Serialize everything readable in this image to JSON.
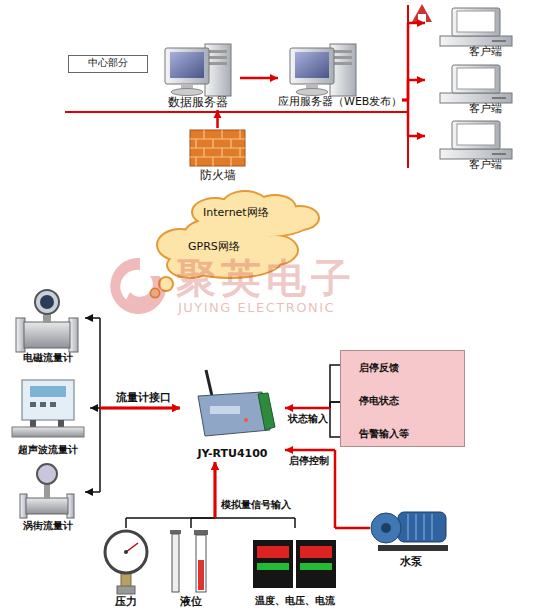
{
  "diagram": {
    "nodes": [
      {
        "text": [
          "中心部分"
        ]
      },
      {
        "text": [
          "数据服务器"
        ]
      },
      {
        "text": [
          "应用服务器（WEB发布）"
        ]
      },
      {
        "text": [
          "客户端"
        ]
      },
      {
        "text": [
          "客户端"
        ]
      },
      {
        "text": [
          "客户端"
        ]
      },
      {
        "text": [
          "防火墙"
        ]
      },
      {
        "text": [
          "Internet网络",
          "GPRS网络"
        ]
      },
      {
        "text": [
          "电磁流量计"
        ]
      },
      {
        "text": [
          "超声波流量计"
        ]
      },
      {
        "text": [
          "涡街流量计"
        ]
      },
      {
        "text": [
          "JY-RTU4100"
        ]
      },
      {
        "text": [
          "启停反馈",
          "停电状态",
          "告警输入等"
        ]
      },
      {
        "text": [
          "压力"
        ]
      },
      {
        "text": [
          "液位"
        ]
      },
      {
        "text": [
          "温度、电压、电流"
        ]
      },
      {
        "text": [
          "水泵"
        ]
      }
    ],
    "edges": [
      {
        "from": 1,
        "to": 2,
        "arrow": "to"
      },
      {
        "from": 6,
        "to": 1,
        "arrow": "to"
      },
      {
        "from": 2,
        "to": 3,
        "arrow": "to"
      },
      {
        "from": 2,
        "to": 4,
        "arrow": "to"
      },
      {
        "from": 2,
        "to": 5,
        "arrow": "to"
      },
      {
        "from": 8,
        "to": 11,
        "arrow": "both"
      },
      {
        "from": 9,
        "to": 11,
        "label": "流量计接口",
        "arrow": "both"
      },
      {
        "from": 10,
        "to": 11,
        "arrow": "both"
      },
      {
        "from": 12,
        "to": 11,
        "label": "状态输入",
        "arrow": "to"
      },
      {
        "from": 13,
        "to": 11,
        "arrow": "to"
      },
      {
        "from": 14,
        "to": 11,
        "label": "模拟量信号输入",
        "arrow": "to"
      },
      {
        "from": 15,
        "to": 11,
        "arrow": "to"
      },
      {
        "from": 16,
        "to": 11,
        "label": "启停控制",
        "arrow": "to"
      }
    ],
    "labels": [
      "聚英电子",
      "JUYING ELECTRONIC"
    ]
  }
}
